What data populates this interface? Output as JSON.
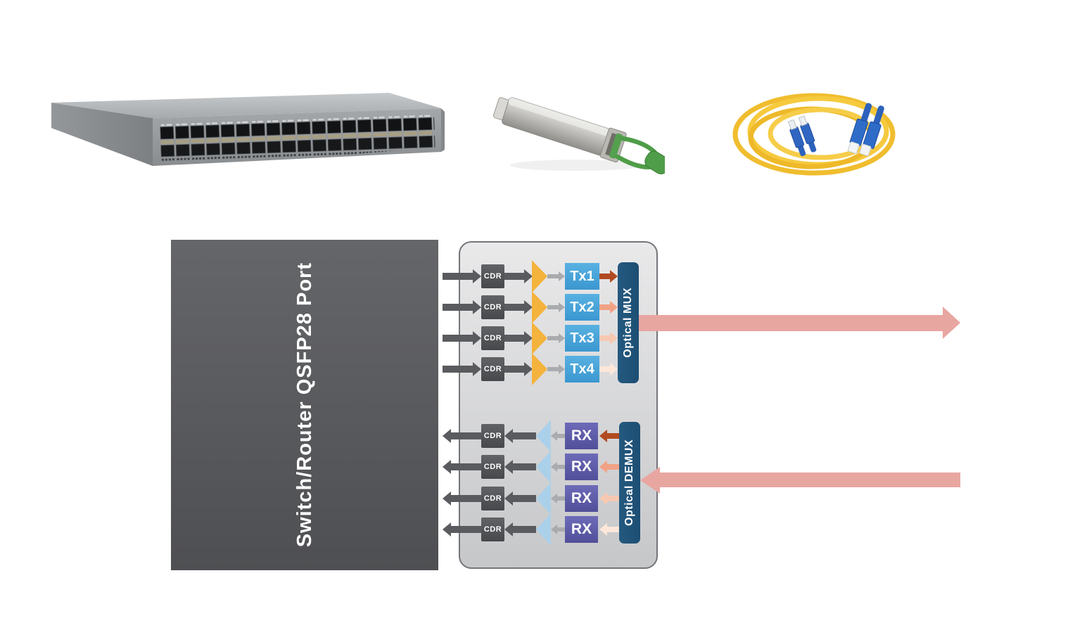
{
  "palette": {
    "dark-arrow": "#5a5b5e",
    "light-arrow": "#a9abae",
    "laser-triangle": "#f4b33c",
    "photodiode-triangle": "#abd0e9",
    "tx-blue-top": "#58b1e1",
    "tx-blue-bottom": "#3b97d0",
    "rx-purple-top": "#6d6bb8",
    "rx-purple-bottom": "#514f99",
    "mux-navy": "#1d4e73",
    "fiber-pink": "#e8a6a1",
    "cdr-top": "#626367",
    "cdr-bottom": "#47484b",
    "host-top": "#656669",
    "host-bottom": "#4e4f52",
    "module-top": "#e9e9ea",
    "module-bottom": "#c6c7c9",
    "module-border": "#737579"
  },
  "photos": {
    "switch": {
      "icon": "network-switch-photo"
    },
    "transceiver": {
      "icon": "qsfp-transceiver-photo"
    },
    "cable": {
      "icon": "fiber-patch-cable-photo"
    }
  },
  "diagram": {
    "host_port": {
      "label": "Switch/Router QSFP28 Port"
    },
    "module": {
      "cdr_label": "CDR",
      "mux_label": "Optical MUX",
      "demux_label": "Optical DEMUX",
      "tx_lanes": [
        {
          "label": "Tx1",
          "wavelength_color": "#b14a20"
        },
        {
          "label": "Tx2",
          "wavelength_color": "#f1a285"
        },
        {
          "label": "Tx3",
          "wavelength_color": "#f7c8b1"
        },
        {
          "label": "Tx4",
          "wavelength_color": "#fce7da"
        }
      ],
      "rx_lanes": [
        {
          "label": "RX",
          "wavelength_color": "#b14a20"
        },
        {
          "label": "RX",
          "wavelength_color": "#f1a285"
        },
        {
          "label": "RX",
          "wavelength_color": "#f7c8b1"
        },
        {
          "label": "RX",
          "wavelength_color": "#fce7da"
        }
      ]
    }
  }
}
